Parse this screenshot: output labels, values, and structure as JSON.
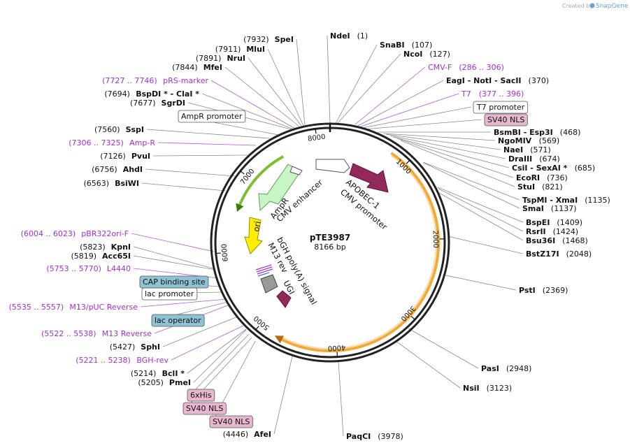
{
  "credit": {
    "prefix": "Created by",
    "brand": "SnapGene"
  },
  "plasmid": {
    "name": "pTE3987",
    "size": "8166 bp"
  },
  "ticks": [
    "1000",
    "2000",
    "3000",
    "4000",
    "5000",
    "6000",
    "7000",
    "8000"
  ],
  "inner_features": {
    "apobec": "APOBEC-1",
    "cmv_promoter": "CMV promoter",
    "ampr": "AmpR",
    "cmv_enhancer": "CMV enhancer",
    "ori": "ori",
    "bgh": "bGH poly(A) signal",
    "m13rev": "M13 rev",
    "ugi": "UGI"
  },
  "labels": [
    {
      "name": "NdeI",
      "pos": "(1)",
      "kind": "site"
    },
    {
      "name": "SnaBI",
      "pos": "(107)",
      "kind": "site"
    },
    {
      "name": "NcoI",
      "pos": "(127)",
      "kind": "site"
    },
    {
      "name": "CMV-F",
      "pos": "(286 .. 306)",
      "kind": "primer"
    },
    {
      "name": "EagI - NotI - SacII",
      "pos": "(370)",
      "kind": "site"
    },
    {
      "name": "T7",
      "pos": "(377 .. 396)",
      "kind": "primer"
    },
    {
      "name": "T7 promoter",
      "pos": "",
      "kind": "box"
    },
    {
      "name": "SV40 NLS",
      "pos": "",
      "kind": "boxpink"
    },
    {
      "name": "BsmBI - Esp3I",
      "pos": "(468)",
      "kind": "site"
    },
    {
      "name": "NgoMIV",
      "pos": "(569)",
      "kind": "site"
    },
    {
      "name": "NaeI",
      "pos": "(571)",
      "kind": "site"
    },
    {
      "name": "DraIII",
      "pos": "(674)",
      "kind": "site"
    },
    {
      "name": "CsiI - SexAI *",
      "pos": "(685)",
      "kind": "site"
    },
    {
      "name": "EcoRI",
      "pos": "(736)",
      "kind": "site"
    },
    {
      "name": "StuI",
      "pos": "(821)",
      "kind": "site"
    },
    {
      "name": "TspMI - XmaI",
      "pos": "(1135)",
      "kind": "site"
    },
    {
      "name": "SmaI",
      "pos": "(1137)",
      "kind": "site"
    },
    {
      "name": "BspEI",
      "pos": "(1409)",
      "kind": "site"
    },
    {
      "name": "RsrII",
      "pos": "(1424)",
      "kind": "site"
    },
    {
      "name": "Bsu36I",
      "pos": "(1468)",
      "kind": "site"
    },
    {
      "name": "BstZ17I",
      "pos": "(2048)",
      "kind": "site"
    },
    {
      "name": "PstI",
      "pos": "(2369)",
      "kind": "site"
    },
    {
      "name": "PasI",
      "pos": "(2948)",
      "kind": "site"
    },
    {
      "name": "NsiI",
      "pos": "(3123)",
      "kind": "site"
    },
    {
      "name": "PaqCI",
      "pos": "(3978)",
      "kind": "site"
    },
    {
      "name": "AfeI",
      "pos": "(4446)",
      "kind": "site"
    },
    {
      "name": "SV40 NLS",
      "pos": "",
      "kind": "boxpink"
    },
    {
      "name": "SV40 NLS",
      "pos": "",
      "kind": "boxpink"
    },
    {
      "name": "6xHis",
      "pos": "",
      "kind": "boxpink"
    },
    {
      "name": "PmeI",
      "pos": "(5205)",
      "kind": "site"
    },
    {
      "name": "BclI *",
      "pos": "(5214)",
      "kind": "site"
    },
    {
      "name": "BGH-rev",
      "pos": "(5221 .. 5238)",
      "kind": "primer"
    },
    {
      "name": "SphI",
      "pos": "(5427)",
      "kind": "site"
    },
    {
      "name": "M13 Reverse",
      "pos": "(5522 .. 5538)",
      "kind": "primer"
    },
    {
      "name": "lac operator",
      "pos": "",
      "kind": "boxblue"
    },
    {
      "name": "M13/pUC Reverse",
      "pos": "(5535 .. 5557)",
      "kind": "primer"
    },
    {
      "name": "lac promoter",
      "pos": "",
      "kind": "box"
    },
    {
      "name": "CAP binding site",
      "pos": "",
      "kind": "boxblue"
    },
    {
      "name": "L4440",
      "pos": "(5753 .. 5770)",
      "kind": "primer"
    },
    {
      "name": "Acc65I",
      "pos": "(5819)",
      "kind": "site"
    },
    {
      "name": "KpnI",
      "pos": "(5823)",
      "kind": "site"
    },
    {
      "name": "pBR322ori-F",
      "pos": "(6004 .. 6023)",
      "kind": "primer"
    },
    {
      "name": "BsiWI",
      "pos": "(6563)",
      "kind": "site"
    },
    {
      "name": "AhdI",
      "pos": "(6756)",
      "kind": "site"
    },
    {
      "name": "PvuI",
      "pos": "(7126)",
      "kind": "site"
    },
    {
      "name": "Amp-R",
      "pos": "(7306 .. 7325)",
      "kind": "primer"
    },
    {
      "name": "SspI",
      "pos": "(7560)",
      "kind": "site"
    },
    {
      "name": "AmpR promoter",
      "pos": "",
      "kind": "box"
    },
    {
      "name": "SgrDI",
      "pos": "(7677)",
      "kind": "site"
    },
    {
      "name": "BspDI * - ClaI *",
      "pos": "(7694)",
      "kind": "site"
    },
    {
      "name": "pRS-marker",
      "pos": "(7727 .. 7746)",
      "kind": "primer"
    },
    {
      "name": "MfeI",
      "pos": "(7844)",
      "kind": "site"
    },
    {
      "name": "NruI",
      "pos": "(7891)",
      "kind": "site"
    },
    {
      "name": "MluI",
      "pos": "(7911)",
      "kind": "site"
    },
    {
      "name": "SpeI",
      "pos": "(7932)",
      "kind": "site"
    }
  ]
}
